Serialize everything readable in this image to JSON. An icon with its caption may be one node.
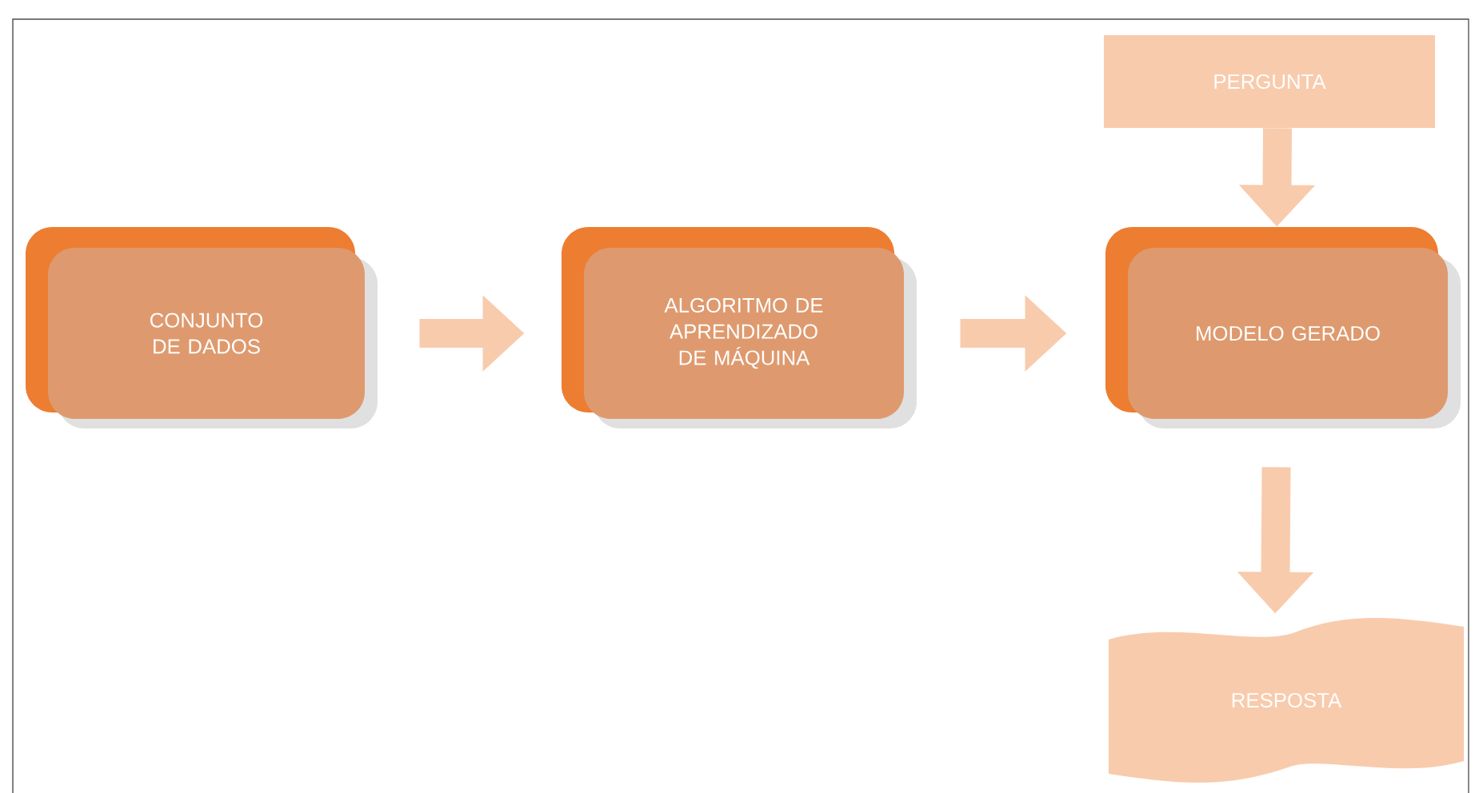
{
  "diagram": {
    "nodes": [
      {
        "text": [
          "CONJUNTO DE DADOS"
        ]
      },
      {
        "text": [
          "ALGORITMO DE APRENDIZADO DE MÁQUINA"
        ]
      },
      {
        "text": [
          "MODELO GERADO"
        ]
      },
      {
        "text": [
          "PERGUNTA"
        ]
      },
      {
        "text": [
          "RESPOSTA"
        ]
      }
    ],
    "edges": [
      {
        "from": 0,
        "to": 1,
        "arrow": "to"
      },
      {
        "from": 1,
        "to": 2,
        "arrow": "to"
      },
      {
        "from": 3,
        "to": 2,
        "arrow": "to"
      },
      {
        "from": 2,
        "to": 4,
        "arrow": "to"
      }
    ]
  }
}
